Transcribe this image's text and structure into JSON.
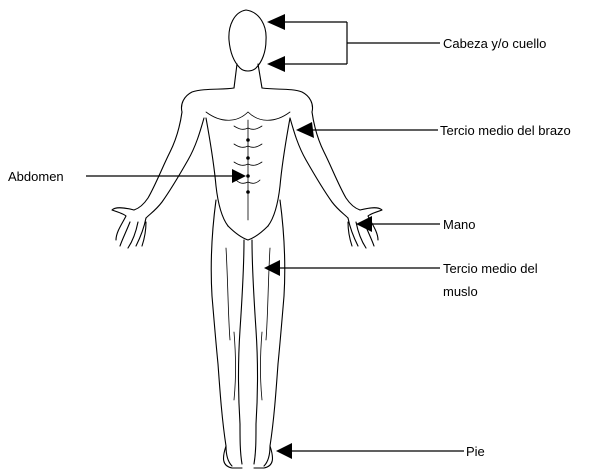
{
  "labels": {
    "head_neck": "Cabeza y/o cuello",
    "mid_arm": "Tercio medio del brazo",
    "abdomen": "Abdomen",
    "hand": "Mano",
    "mid_thigh_line1": "Tercio medio del",
    "mid_thigh_line2": "muslo",
    "foot": "Pie"
  }
}
